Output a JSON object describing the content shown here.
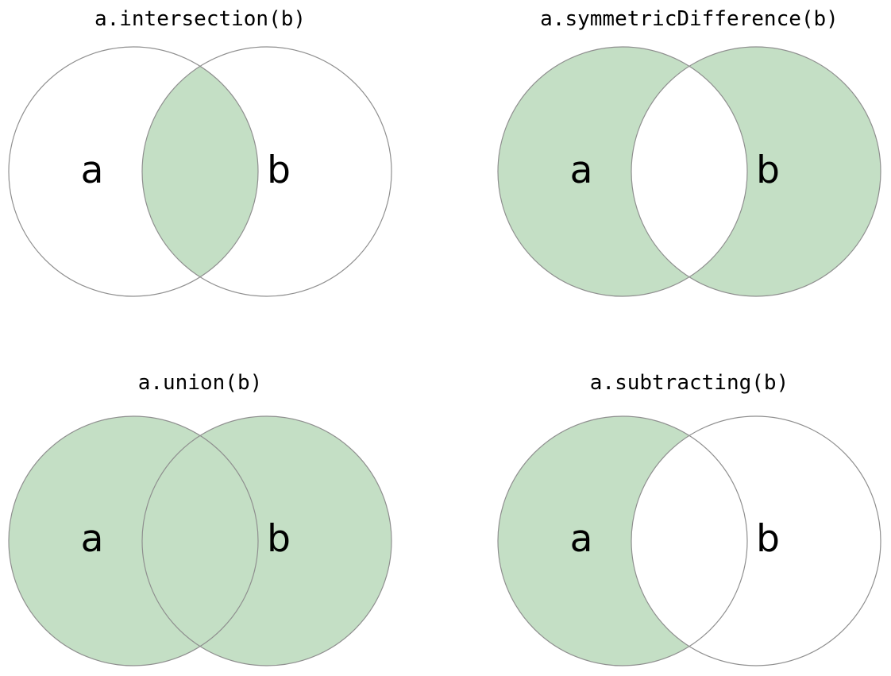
{
  "figure": {
    "background": "#ffffff",
    "description": "Four Venn diagrams illustrating Swift set operations"
  },
  "colors": {
    "set_fill_green": "#c4dfc5",
    "unfilled_white": "#ffffff",
    "circle_stroke": "#8f8f8f",
    "text": "#000000"
  },
  "diagrams": [
    {
      "operation": "intersection",
      "title": "a.intersection(b)",
      "labels": {
        "a": "a",
        "b": "b"
      },
      "filled_regions": [
        "a_and_b"
      ],
      "fills": {
        "a": "#ffffff",
        "b": "#ffffff",
        "overlap": "#c4dfc5"
      }
    },
    {
      "operation": "symmetricDifference",
      "title": "a.symmetricDifference(b)",
      "labels": {
        "a": "a",
        "b": "b"
      },
      "filled_regions": [
        "a_only",
        "b_only"
      ],
      "fills": {
        "a": "#c4dfc5",
        "b": "#c4dfc5",
        "overlap": "#ffffff"
      }
    },
    {
      "operation": "union",
      "title": "a.union(b)",
      "labels": {
        "a": "a",
        "b": "b"
      },
      "filled_regions": [
        "a_only",
        "a_and_b",
        "b_only"
      ],
      "fills": {
        "a": "#c4dfc5",
        "b": "#c4dfc5",
        "overlap": "#c4dfc5"
      }
    },
    {
      "operation": "subtracting",
      "title": "a.subtracting(b)",
      "labels": {
        "a": "a",
        "b": "b"
      },
      "filled_regions": [
        "a_only"
      ],
      "fills": {
        "a": "#c4dfc5",
        "b": "#ffffff",
        "overlap": "#ffffff"
      }
    }
  ]
}
